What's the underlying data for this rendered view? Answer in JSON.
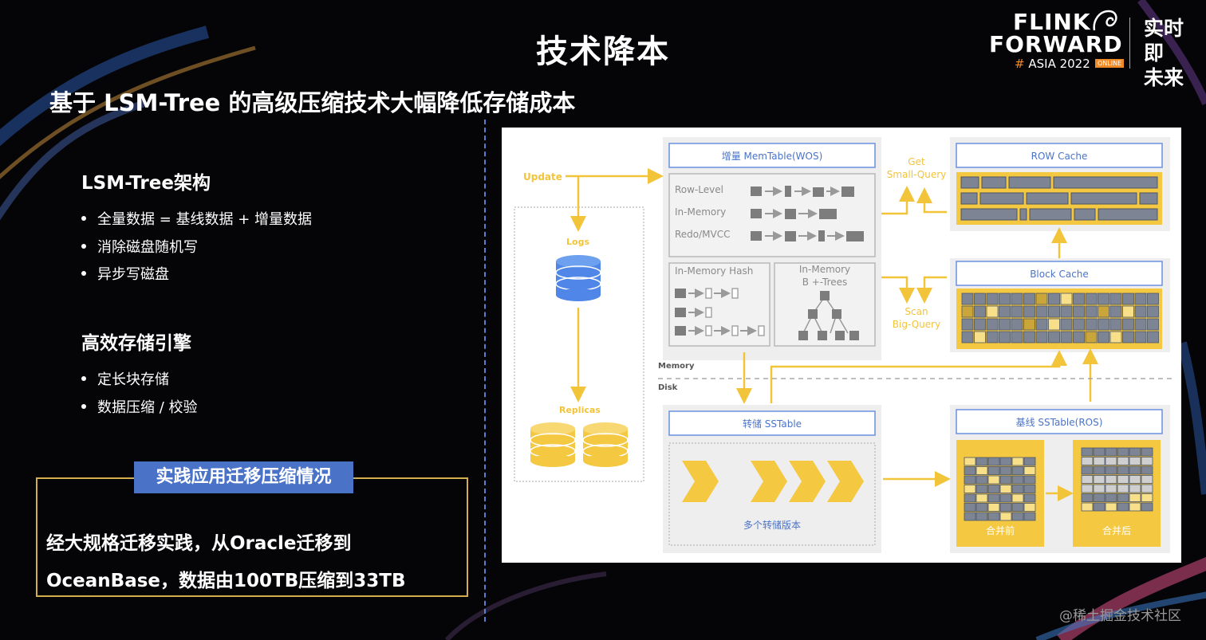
{
  "header": {
    "title": "技术降本",
    "subtitle": "基于 LSM-Tree 的高级压缩技术大幅降低存储成本"
  },
  "logo": {
    "line1": "FLINK",
    "line2": "FORWARD",
    "hash": "#",
    "event": "ASIA 2022",
    "badge": "ONLINE",
    "cn_line1": "实时即",
    "cn_line2": "未来"
  },
  "left": {
    "section1_title": "LSM-Tree架构",
    "section1_items": [
      "全量数据 = 基线数据 + 增量数据",
      "消除磁盘随机写",
      "异步写磁盘"
    ],
    "section2_title": "高效存储引擎",
    "section2_items": [
      "定长块存储",
      "数据压缩 / 校验"
    ],
    "practice_badge": "实践应用迁移压缩情况",
    "practice_line1": "经大规格迁移实践，从Oracle迁移到",
    "practice_line2": "OceanBase，数据由100TB压缩到33TB"
  },
  "diagram": {
    "update": "Update",
    "logs": "Logs",
    "replicas": "Replicas",
    "memtable_title": "增量 MemTable(WOS)",
    "row_level": "Row-Level",
    "in_memory": "In-Memory",
    "redo_mvcc": "Redo/MVCC",
    "hash_title": "In-Memory Hash",
    "btree_line1": "In-Memory",
    "btree_line2": "B +-Trees",
    "get_line1": "Get",
    "get_line2": "Small-Query",
    "scan_line1": "Scan",
    "scan_line2": "Big-Query",
    "row_cache": "ROW Cache",
    "block_cache": "Block Cache",
    "memory": "Memory",
    "disk": "Disk",
    "dump_sstable": "转储 SSTable",
    "dump_versions": "多个转储版本",
    "base_sstable": "基线 SSTable(ROS)",
    "before_merge": "合并前",
    "after_merge": "合并后"
  },
  "colors": {
    "accent_blue": "#4a73c8",
    "box_border_gold": "#d2ae4d",
    "diagram_yellow": "#f5c842",
    "block_gray": "#7d7d7d"
  },
  "watermark": "@稀土掘金技术社区"
}
